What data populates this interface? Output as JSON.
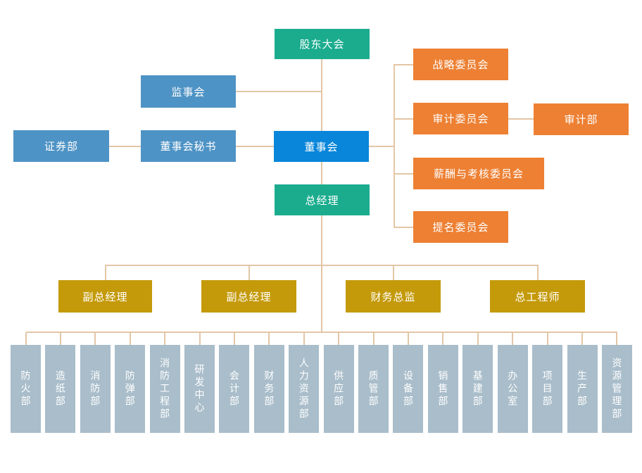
{
  "palette": {
    "teal": "#1BAC8E",
    "medium_blue": "#4E93C5",
    "bright_blue": "#0986DA",
    "orange": "#ED8033",
    "gold": "#C49A0B",
    "gray_blue": "#A9BDCA",
    "connector_line": "#E3C6A6"
  },
  "org": {
    "shareholders_meeting": "股东大会",
    "supervisory_board": "监事会",
    "securities_dept": "证券部",
    "board_secretary": "董事会秘书",
    "board_of_directors": "董事会",
    "general_manager": "总经理",
    "committees": {
      "strategy": "战略委员会",
      "audit": "审计委员会",
      "audit_dept": "审计部",
      "compensation": "薪酬与考核委员会",
      "nomination": "提名委员会"
    },
    "executives": [
      "副总经理",
      "副总经理",
      "财务总监",
      "总工程师"
    ],
    "departments": [
      "防火部",
      "造纸部",
      "消防部",
      "防弹部",
      "消防工程部",
      "研发中心",
      "会计部",
      "财务部",
      "人力资源部",
      "供应部",
      "质管部",
      "设备部",
      "销售部",
      "基建部",
      "办公室",
      "项目部",
      "生产部",
      "资源管理部"
    ]
  }
}
